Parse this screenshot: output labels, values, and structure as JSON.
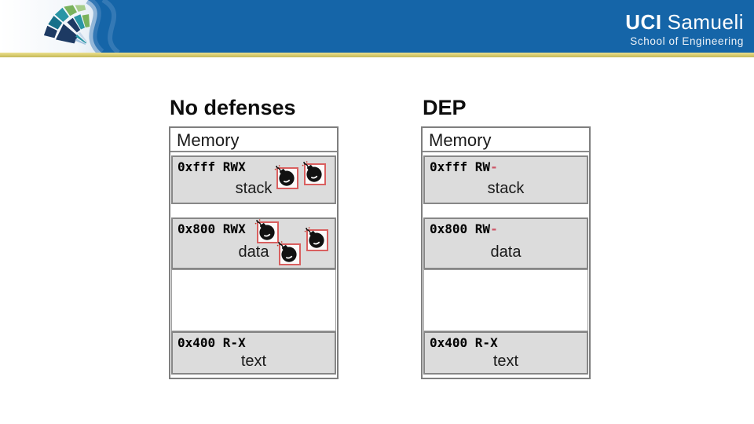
{
  "header": {
    "brand": {
      "uci": "UCI",
      "samueli": "Samueli",
      "school": "School of Engineering"
    },
    "logo_icon": "uci-engineering-fan-logo",
    "colors": {
      "blue": "#1565a8",
      "accent_yellow": "#d6ca6e"
    }
  },
  "panels": [
    {
      "title": "No defenses",
      "memory_label": "Memory",
      "sections": [
        {
          "name": "stack",
          "addr": "0xfff RWX",
          "addr_red": "",
          "label": "stack",
          "bombs": 2
        },
        {
          "name": "data",
          "addr": "0x800 RWX",
          "addr_red": "",
          "label": "data",
          "bombs": 3
        },
        {
          "name": "empty",
          "addr": "",
          "addr_red": "",
          "label": "",
          "bombs": 0
        },
        {
          "name": "text",
          "addr": "0x400 R-X",
          "addr_red": "",
          "label": "text",
          "bombs": 0
        }
      ]
    },
    {
      "title": "DEP",
      "memory_label": "Memory",
      "sections": [
        {
          "name": "stack",
          "addr": "0xfff RW",
          "addr_red": "-",
          "label": "stack",
          "bombs": 0
        },
        {
          "name": "data",
          "addr": "0x800 RW",
          "addr_red": "-",
          "label": "data",
          "bombs": 0
        },
        {
          "name": "empty",
          "addr": "",
          "addr_red": "",
          "label": "",
          "bombs": 0
        },
        {
          "name": "text",
          "addr": "0x400 R-X",
          "addr_red": "",
          "label": "text",
          "bombs": 0
        }
      ]
    }
  ],
  "icons": {
    "bomb": "exploit-bomb-icon"
  },
  "colors": {
    "section_bg": "#dcdcdc",
    "section_border": "#878787",
    "outer_border": "#7f7f7f",
    "red_permission": "#cc5566",
    "bomb_box_red": "#d95f5f"
  }
}
